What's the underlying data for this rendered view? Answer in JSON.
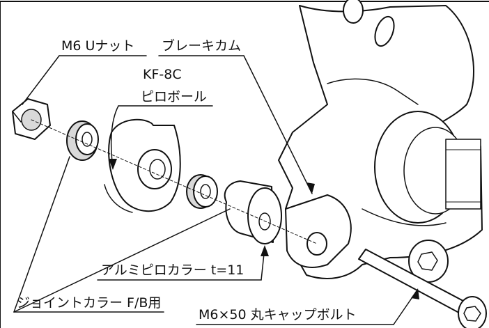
{
  "labels": {
    "u_nut": "M6 Uナット",
    "brake_cam": "ブレーキカム",
    "pillow_model": "KF-8C",
    "pillow_ball": "ピロボール",
    "alu_collar": "アルミピロカラー t=11",
    "joint_collar": "ジョイントカラー F/B用",
    "cap_bolt": "M6×50 丸キャップボルト"
  }
}
